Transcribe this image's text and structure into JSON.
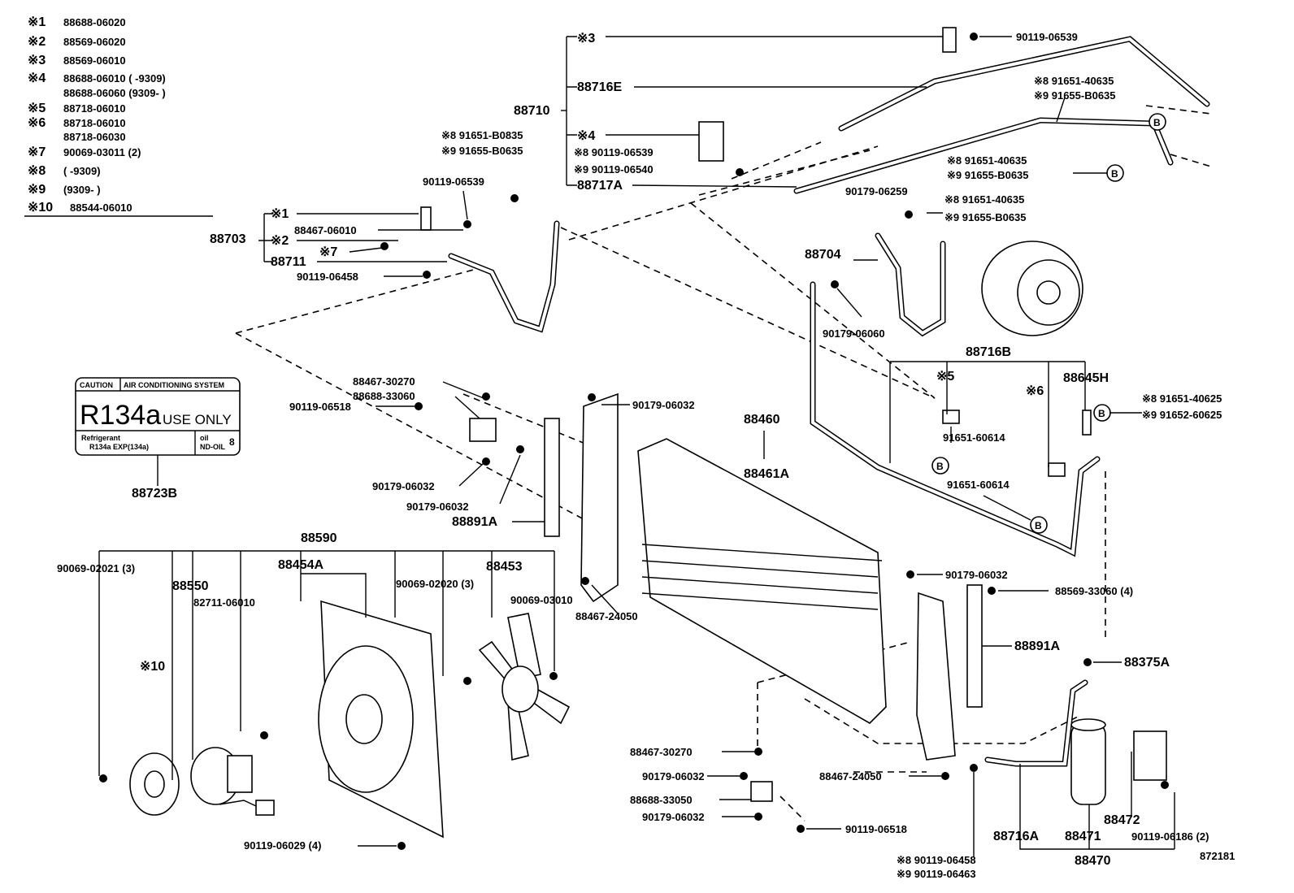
{
  "legend": [
    {
      "mark": "※1",
      "parts": [
        "88688-06020"
      ]
    },
    {
      "mark": "※2",
      "parts": [
        "88569-06020"
      ]
    },
    {
      "mark": "※3",
      "parts": [
        "88569-06010"
      ]
    },
    {
      "mark": "※4",
      "parts": [
        "88688-06010 (        -9309)",
        "88688-06060 (9309-        )"
      ]
    },
    {
      "mark": "※5",
      "parts": [
        "88718-06010"
      ]
    },
    {
      "mark": "※6",
      "parts": [
        "88718-06010",
        "88718-06030"
      ]
    },
    {
      "mark": "※7",
      "parts": [
        "90069-03011 (2)"
      ]
    },
    {
      "mark": "※8",
      "parts": [
        "(        -9309)"
      ]
    },
    {
      "mark": "※9",
      "parts": [
        "(9309-        )"
      ]
    },
    {
      "mark": "※10",
      "parts": [
        "88544-06010"
      ]
    }
  ],
  "caution_label": {
    "header_left": "CAUTION",
    "header_right": "AIR CONDITIONING SYSTEM",
    "refrigerant": "R134a",
    "use_only": "USE ONLY",
    "refrigerant_line1": "Refrigerant",
    "refrigerant_line2": "R134a EXP(134a)",
    "oil_label": "oil",
    "oil_value": "ND-OIL",
    "oil_grade": "8",
    "part_no": "88723B"
  },
  "callouts": {
    "p88710": "88710",
    "m3": "※3",
    "p88716E": "88716E",
    "m4": "※4",
    "m8_90119_06539": "※8 90119-06539",
    "m9_90119_06540": "※9 90119-06540",
    "p88717A": "88717A",
    "p90119_06539_top": "90119-06539",
    "m8_91651_40635_a": "※8 91651-40635",
    "m9_91655_B0635_a": "※9 91655-B0635",
    "m8_91651_40635_b": "※8 91651-40635",
    "m9_91655_B0635_b": "※9 91655-B0635",
    "m8_91651_40635_c": "※8 91651-40635",
    "m9_91655_B0635_c": "※9 91655-B0635",
    "p90179_06259": "90179-06259",
    "p88704": "88704",
    "p90179_06060": "90179-06060",
    "m8_91651_B0835": "※8 91651-B0835",
    "m9_91655_B0635_d": "※9 91655-B0635",
    "p90119_06539_left": "90119-06539",
    "p88703": "88703",
    "m1": "※1",
    "p88467_06010": "88467-06010",
    "m2": "※2",
    "m7": "※7",
    "p88711": "88711",
    "p90119_06458_top": "90119-06458",
    "p88716B": "88716B",
    "m5": "※5",
    "m6": "※6",
    "p88645H": "88645H",
    "m8_91651_40625": "※8 91651-40625",
    "m9_91652_60625": "※9 91652-60625",
    "p91651_60614_a": "91651-60614",
    "p91651_60614_b": "91651-60614",
    "p88467_30270_top": "88467-30270",
    "p88688_33060": "88688-33060",
    "p90119_06518_top": "90119-06518",
    "p90179_06032_a": "90179-06032",
    "p90179_06032_b": "90179-06032",
    "p90179_06032_c": "90179-06032",
    "p88891A_left": "88891A",
    "p88460": "88460",
    "p88461A": "88461A",
    "p88590": "88590",
    "p90069_02021": "90069-02021 (3)",
    "p88550": "88550",
    "p82711_06010": "82711-06010",
    "p88454A": "88454A",
    "p90069_02020": "90069-02020 (3)",
    "p88453": "88453",
    "p90069_03010": "90069-03010",
    "p88467_24050_top": "88467-24050",
    "m10": "※10",
    "p90119_06029": "90119-06029 (4)",
    "p90179_06032_d": "90179-06032",
    "p88569_33060": "88569-33060 (4)",
    "p88891A_right": "88891A",
    "p88375A": "88375A",
    "p88467_30270_bot": "88467-30270",
    "p90179_06032_e": "90179-06032",
    "p88688_33050": "88688-33050",
    "p90179_06032_f": "90179-06032",
    "p90119_06518_bot": "90119-06518",
    "p88467_24050_bot": "88467-24050",
    "p88716A": "88716A",
    "p88471": "88471",
    "p88472": "88472",
    "p90119_06186": "90119-06186 (2)",
    "p88470": "88470",
    "m8_90119_06458": "※8 90119-06458",
    "m9_90119_06463": "※9 90119-06463",
    "b_marker": "B",
    "drawing_no": "872181"
  }
}
